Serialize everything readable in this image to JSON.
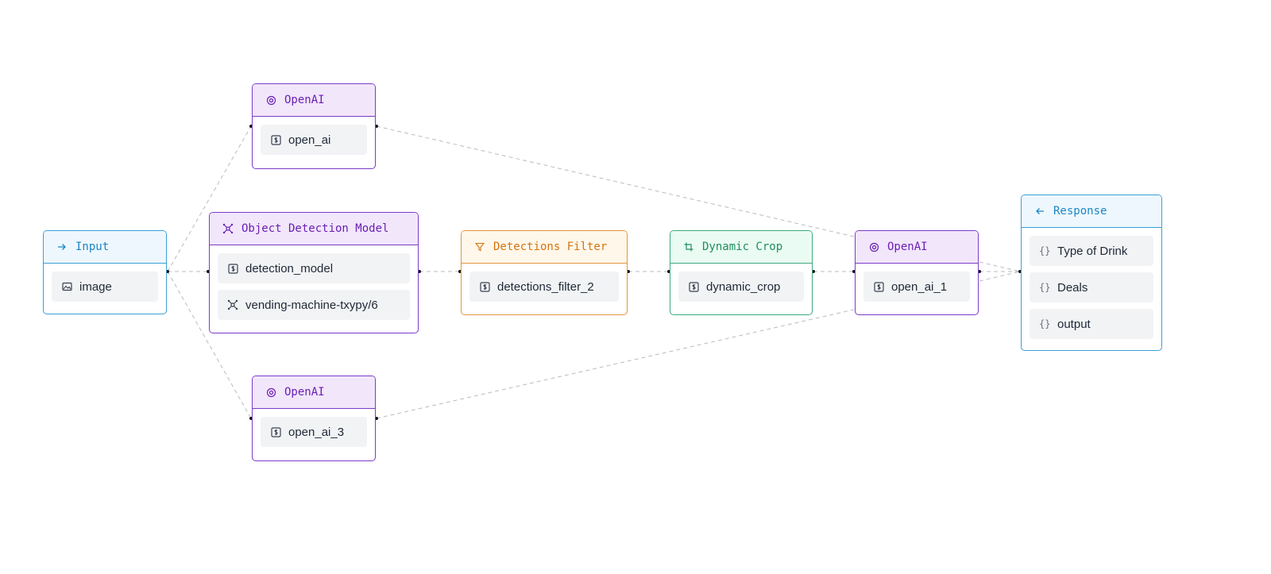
{
  "colors": {
    "input": "#1a86c4",
    "model": "#6a1fb4",
    "filter": "#d5740f",
    "crop": "#1f8f5f",
    "response": "#1a86c4",
    "edge": "#b8bcc2"
  },
  "nodes": {
    "input": {
      "title": "Input",
      "icon": "arrow-right-icon",
      "fields": [
        {
          "label": "image",
          "icon": "image-icon"
        }
      ]
    },
    "openai_top": {
      "title": "OpenAI",
      "icon": "openai-icon",
      "fields": [
        {
          "label": "open_ai",
          "icon": "dollar-box-icon"
        }
      ]
    },
    "object_detection": {
      "title": "Object Detection Model",
      "icon": "network-icon",
      "fields": [
        {
          "label": "detection_model",
          "icon": "dollar-box-icon"
        },
        {
          "label": "vending-machine-txypy/6",
          "icon": "network-icon"
        }
      ]
    },
    "openai_bottom": {
      "title": "OpenAI",
      "icon": "openai-icon",
      "fields": [
        {
          "label": "open_ai_3",
          "icon": "dollar-box-icon"
        }
      ]
    },
    "detections_filter": {
      "title": "Detections Filter",
      "icon": "filter-icon",
      "fields": [
        {
          "label": "detections_filter_2",
          "icon": "dollar-box-icon"
        }
      ]
    },
    "dynamic_crop": {
      "title": "Dynamic Crop",
      "icon": "crop-icon",
      "fields": [
        {
          "label": "dynamic_crop",
          "icon": "dollar-box-icon"
        }
      ]
    },
    "openai_mid": {
      "title": "OpenAI",
      "icon": "openai-icon",
      "fields": [
        {
          "label": "open_ai_1",
          "icon": "dollar-box-icon"
        }
      ]
    },
    "response": {
      "title": "Response",
      "icon": "arrow-left-icon",
      "fields": [
        {
          "label": "Type of Drink",
          "icon": "braces-icon"
        },
        {
          "label": "Deals",
          "icon": "braces-icon"
        },
        {
          "label": "output",
          "icon": "braces-icon"
        }
      ]
    }
  }
}
